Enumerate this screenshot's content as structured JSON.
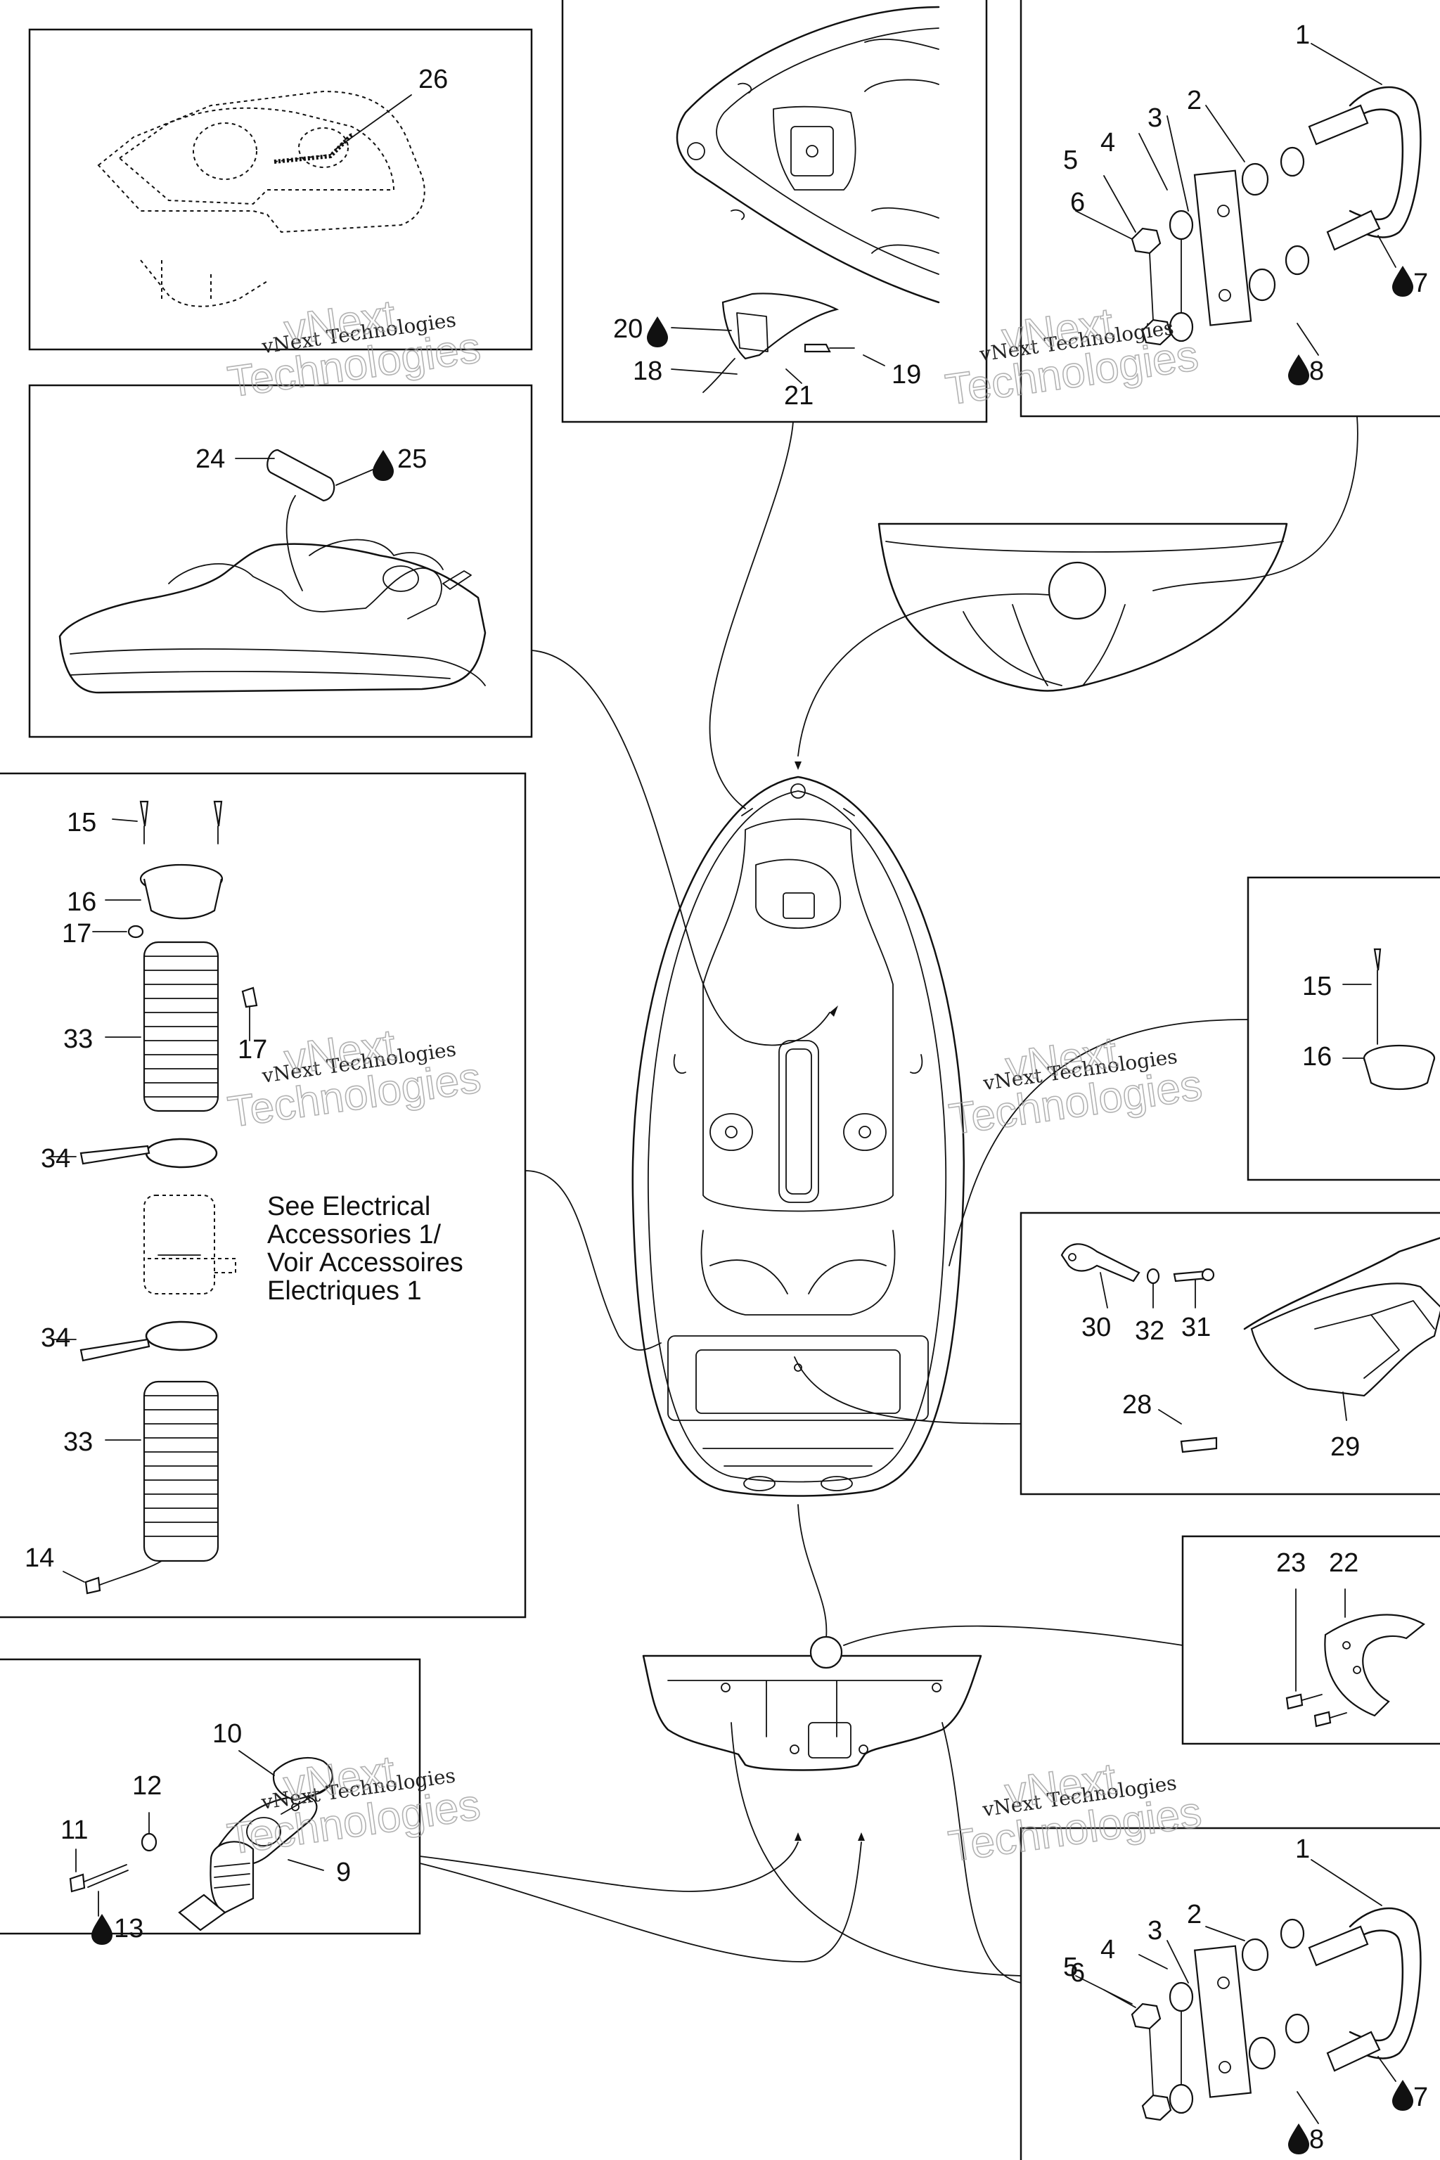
{
  "watermark": {
    "line1": "vNext Technologies",
    "line2a": "vNext",
    "line2b": "Technologies"
  },
  "callouts": {
    "p1": "1",
    "p2": "2",
    "p3": "3",
    "p4": "4",
    "p5": "5",
    "p6": "6",
    "p7": "7",
    "p8": "8",
    "p9": "9",
    "p10": "10",
    "p11": "11",
    "p12": "12",
    "p13": "13",
    "p14": "14",
    "p15": "15",
    "p16": "16",
    "p17": "17",
    "p18": "18",
    "p19": "19",
    "p20": "20",
    "p21": "21",
    "p22": "22",
    "p23": "23",
    "p24": "24",
    "p25": "25",
    "p26": "26",
    "p28": "28",
    "p29": "29",
    "p30": "30",
    "p31": "31",
    "p32": "32",
    "p33": "33",
    "p34": "34"
  },
  "note": {
    "line1": "See Electrical",
    "line2": "Accessories 1/",
    "line3": "Voir Accessoires",
    "line4": "Electriques 1"
  },
  "icons": {
    "lubricant": "drop-icon"
  }
}
